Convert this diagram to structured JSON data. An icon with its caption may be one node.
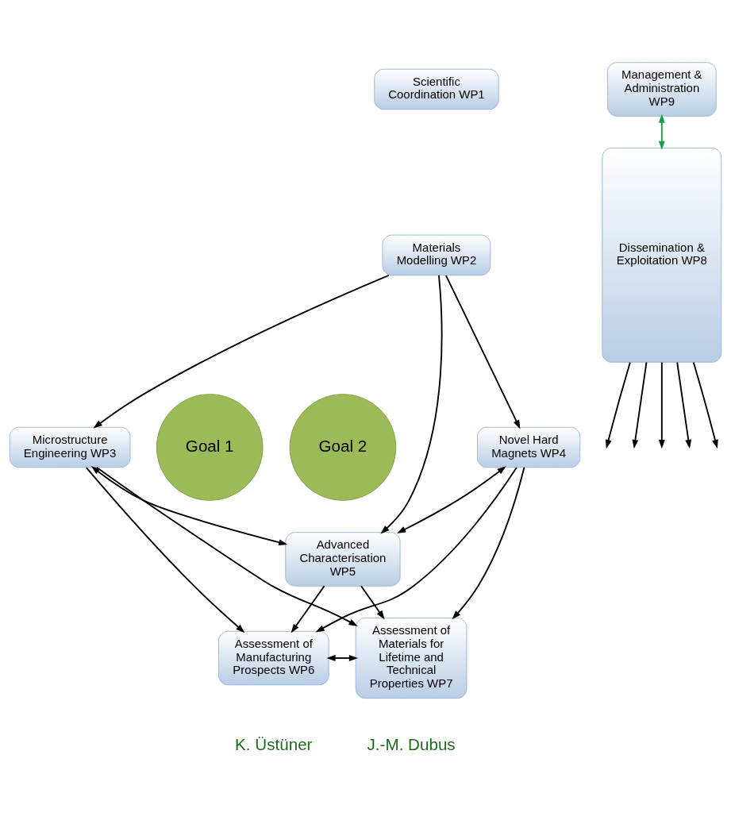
{
  "diagram": {
    "nodes": [
      {
        "text": [
          "Scientific Coordination WP1"
        ]
      },
      {
        "text": [
          "Management & Administration WP9"
        ]
      },
      {
        "text": [
          "Materials Modelling WP2"
        ]
      },
      {
        "text": [
          "Goal 1"
        ]
      },
      {
        "text": [
          "Goal 2"
        ]
      },
      {
        "text": [
          "Microstructure Engineering WP3"
        ]
      },
      {
        "text": [
          "Novel Hard Magnets WP4"
        ]
      },
      {
        "text": [
          "Advanced Characterisation WP5"
        ]
      },
      {
        "text": [
          "Dissemination & Exploitation WP8"
        ]
      },
      {
        "text": [
          "Assessment of Manufacturing Prospects WP6"
        ]
      },
      {
        "text": [
          "Assessment of Materials for Lifetime and Technical Properties WP7"
        ]
      }
    ],
    "edges": [
      {
        "from": 2,
        "to": 5,
        "arrow": "to"
      },
      {
        "from": 2,
        "to": 7,
        "arrow": "to"
      },
      {
        "from": 2,
        "to": 6,
        "arrow": "to"
      },
      {
        "from": 5,
        "to": 7,
        "arrow": "both"
      },
      {
        "from": 6,
        "to": 7,
        "arrow": "both"
      },
      {
        "from": 5,
        "to": 9,
        "arrow": "to"
      },
      {
        "from": 5,
        "to": 10,
        "arrow": "to"
      },
      {
        "from": 7,
        "to": 9,
        "arrow": "to"
      },
      {
        "from": 6,
        "to": 9,
        "arrow": "to"
      },
      {
        "from": 7,
        "to": 10,
        "arrow": "to"
      },
      {
        "from": 6,
        "to": 10,
        "arrow": "to"
      },
      {
        "from": 9,
        "to": 10,
        "arrow": "both"
      },
      {
        "from": 1,
        "to": 8,
        "arrow": "both",
        "color": "#1aa04a"
      },
      {
        "from": 8,
        "to": null,
        "arrow": "to"
      },
      {
        "from": 8,
        "to": null,
        "arrow": "to"
      },
      {
        "from": 8,
        "to": null,
        "arrow": "to"
      },
      {
        "from": 8,
        "to": null,
        "arrow": "to"
      },
      {
        "from": 8,
        "to": null,
        "arrow": "to"
      }
    ],
    "labels": [
      "K. Üstüner",
      "J.-M. Dubus"
    ]
  }
}
